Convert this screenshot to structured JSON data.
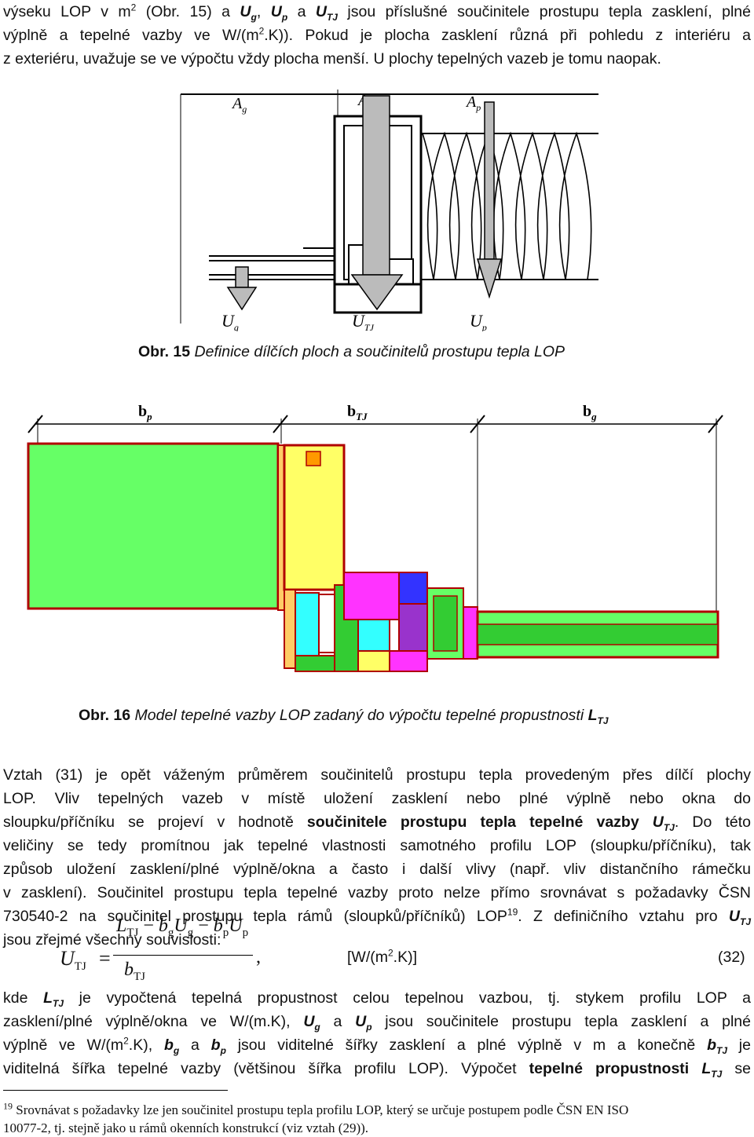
{
  "intro": {
    "l1a": "výseku LOP v m",
    "l1sup": "2",
    "l1b": " (Obr. 15) a ",
    "Ug": "U",
    "Ug_sub": "g",
    "l1c": ", ",
    "Up": "U",
    "Up_sub": "p",
    "l1d": " a ",
    "Utj": "U",
    "Utj_sub": "TJ",
    "l1e": " jsou příslušné součinitele prostupu tepla zasklení, plné",
    "l2a": "výplně a tepelné vazby ve W/(m",
    "l2sup": "2",
    "l2b": ".K)). Pokud je plocha zasklení různá při pohledu z interiéru a",
    "l3": "z exteriéru, uvažuje se ve výpočtu vždy plocha menší. U plochy tepelných vazeb je tomu naopak."
  },
  "fig15": {
    "labels": {
      "Ag": "A",
      "Ag_sub": "g",
      "Atj": "A",
      "Atj_sub": "TJ",
      "Ap": "A",
      "Ap_sub": "p",
      "Ug": "U",
      "Ug_sub": "g",
      "Utj": "U",
      "Utj_sub": "TJ",
      "Up": "U",
      "Up_sub": "p"
    },
    "caption_label": "Obr. 15",
    "caption_text": " Definice dílčích ploch a součinitelů prostupu tepla LOP"
  },
  "fig16": {
    "labels": {
      "bp": "b",
      "bp_sub": "p",
      "btj": "b",
      "btj_sub": "TJ",
      "bg": "b",
      "bg_sub": "g"
    },
    "caption_label": "Obr. 16",
    "caption_text": " Model tepelné vazby LOP zadaný do výpočtu tepelné propustnosti ",
    "caption_L": "L",
    "caption_L_sub": "TJ",
    "colors": {
      "panel": "#66ff66",
      "glass": "#ffff66",
      "outline": "#b00000",
      "magenta": "#ff33ff",
      "cyan": "#33ffff",
      "green2": "#33cc33",
      "blue": "#3333ff",
      "purple": "#9933cc"
    }
  },
  "body": {
    "p1": "Vztah (31) je opět váženým průměrem součinitelů prostupu tepla provedeným přes dílčí plochy",
    "p2a": "LOP. Vliv tepelných vazeb v místě uložení zasklení nebo plné výplně nebo okna do",
    "p3a": "sloupku/příčníku se projeví v hodnotě ",
    "p3b": "součinitele prostupu tepla tepelné vazby ",
    "p3U": "U",
    "p3Usub": "TJ",
    "p3c": ". Do této",
    "p4": "veličiny se tedy promítnou jak tepelné vlastnosti samotného profilu LOP (sloupku/příčníku), tak",
    "p5": "způsob uložení zasklení/plné výplně/okna a často i další vlivy (např. vliv distančního rámečku",
    "p6": "v zasklení). Součinitel prostupu tepla tepelné vazby proto nelze přímo srovnávat s požadavky ČSN",
    "p7a": "730540-2 na součinitel prostupu tepla rámů (sloupků/příčníků) LOP",
    "p7sup": "19",
    "p7b": ". Z definičního vztahu pro ",
    "p7U": "U",
    "p7Usub": "TJ",
    "p8": "jsou zřejmé všechny souvislosti:"
  },
  "equation": {
    "lhs": "U",
    "lhs_sub": "TJ",
    "eq": "=",
    "num_L": "L",
    "num_L_sub": "TJ",
    "num_minus1": "−",
    "num_b1": "b",
    "num_b1_sub": "g",
    "num_U1": "U",
    "num_U1_sub": "g",
    "num_minus2": "−",
    "num_b2": "b",
    "num_b2_sub": "p",
    "num_U2": "U",
    "num_U2_sub": "p",
    "den_b": "b",
    "den_b_sub": "TJ",
    "comma": ",",
    "unit_a": "[W/(m",
    "unit_sup": "2",
    "unit_b": ".K)]",
    "number": "(32)"
  },
  "after": {
    "k1a": "kde ",
    "k1L": "L",
    "k1Lsub": "TJ",
    "k1b": " je vypočtená tepelná propustnost celou tepelnou vazbou, tj. stykem profilu LOP a",
    "k2a": "zasklení/plné výplně/okna ve W/(m.K), ",
    "k2U": "U",
    "k2Usub": "g",
    "k2b": " a ",
    "k2U2": "U",
    "k2U2sub": "p",
    "k2c": " jsou součinitele prostupu tepla zasklení a plné",
    "k3a": "výplně ve W/(m",
    "k3sup": "2",
    "k3b": ".K), ",
    "k3bg": "b",
    "k3bgsub": "g",
    "k3c": " a ",
    "k3bp": "b",
    "k3bpsub": "p",
    "k3d": " jsou viditelné šířky zasklení a plné výplně v m a konečně ",
    "k3btj": "b",
    "k3btjsub": "TJ",
    "k3e": " je",
    "k4a": "viditelná šířka tepelné vazby (většinou šířka profilu LOP). Výpočet ",
    "k4b": "tepelné propustnosti ",
    "k4L": "L",
    "k4Lsub": "TJ",
    "k4c": " se"
  },
  "footnote": {
    "num": "19",
    "l1": " Srovnávat s požadavky lze jen součinitel prostupu tepla profilu LOP, který se určuje postupem podle ČSN EN ISO",
    "l2": "10077-2, tj. stejně jako u rámů okenních konstrukcí (viz vztah (29))."
  }
}
